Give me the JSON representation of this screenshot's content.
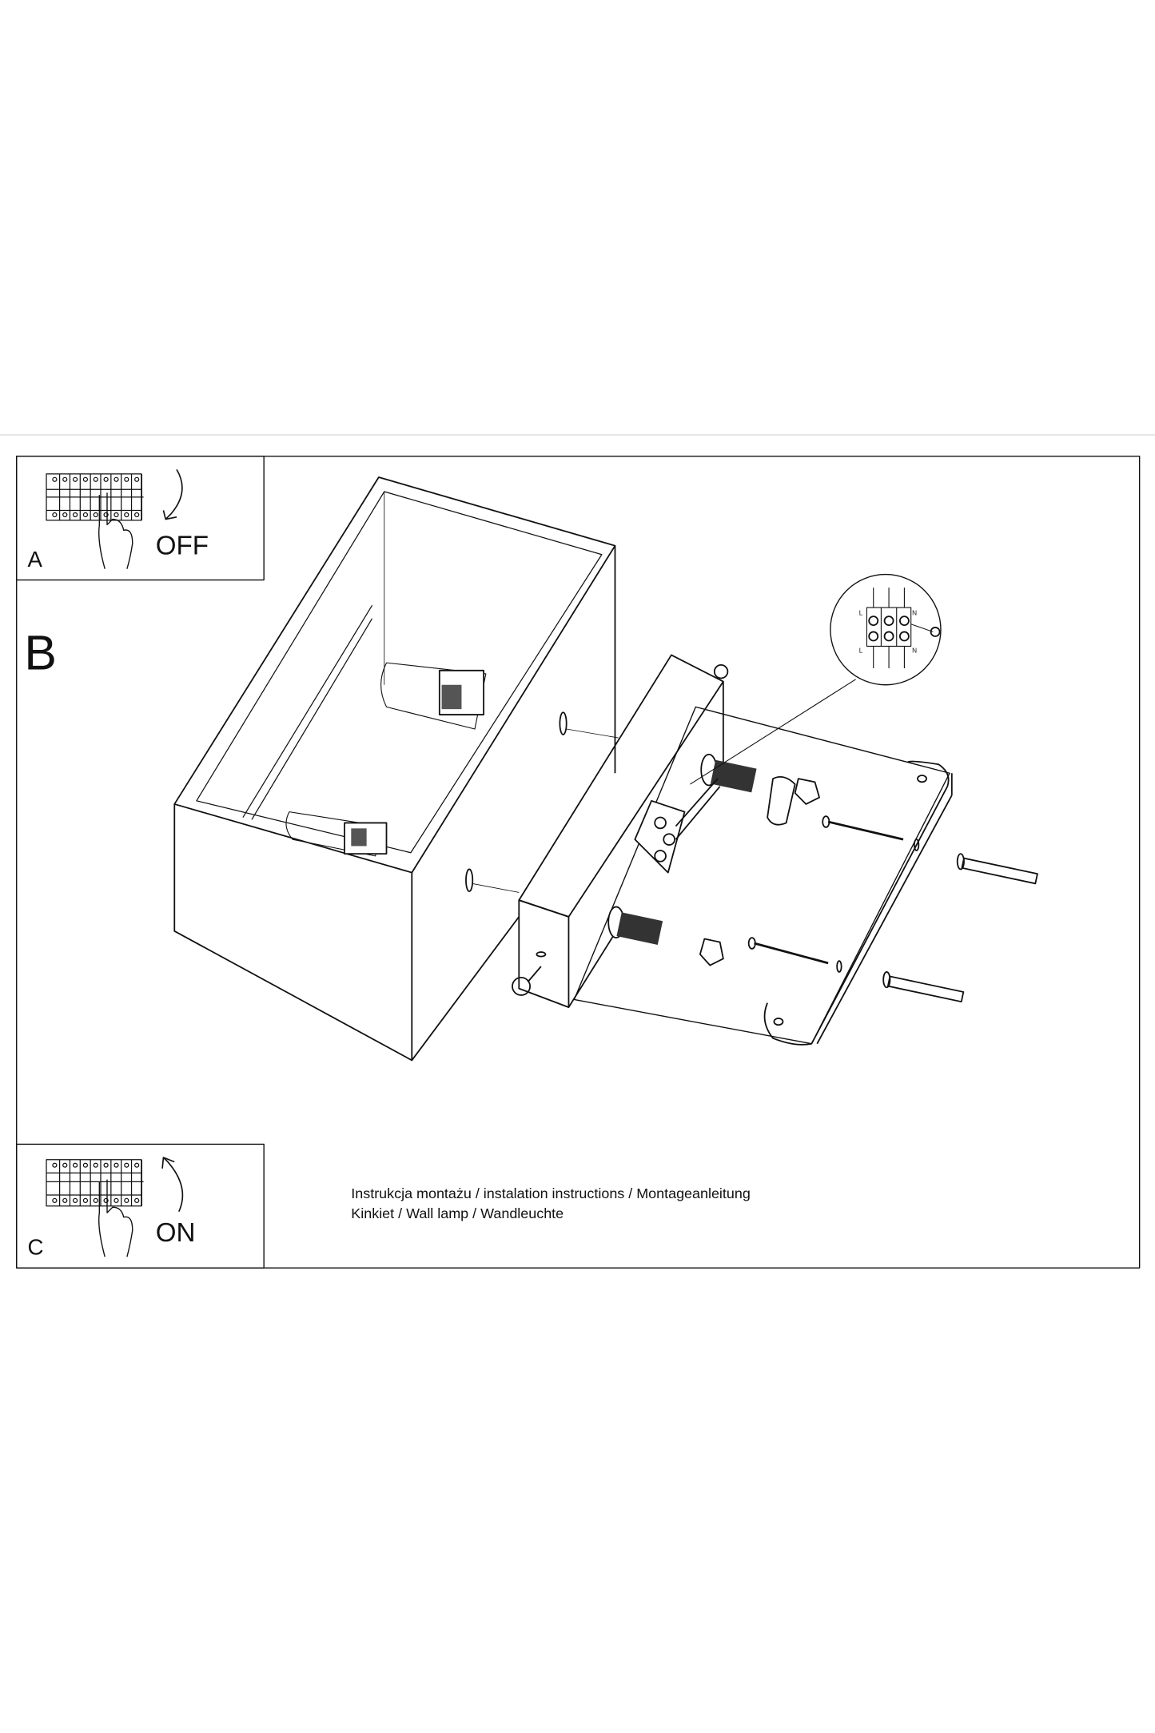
{
  "panel_a": {
    "label": "A",
    "action": "OFF"
  },
  "panel_b": {
    "label": "B"
  },
  "panel_c": {
    "label": "C",
    "action": "ON"
  },
  "wiring_detail": {
    "terminals_top": [
      "L",
      "N"
    ],
    "terminals_bottom": [
      "L",
      "N"
    ]
  },
  "caption": {
    "line1": "Instrukcja montażu / instalation instructions / Montageanleitung",
    "line2": "Kinkiet / Wall lamp / Wandleuchte"
  }
}
